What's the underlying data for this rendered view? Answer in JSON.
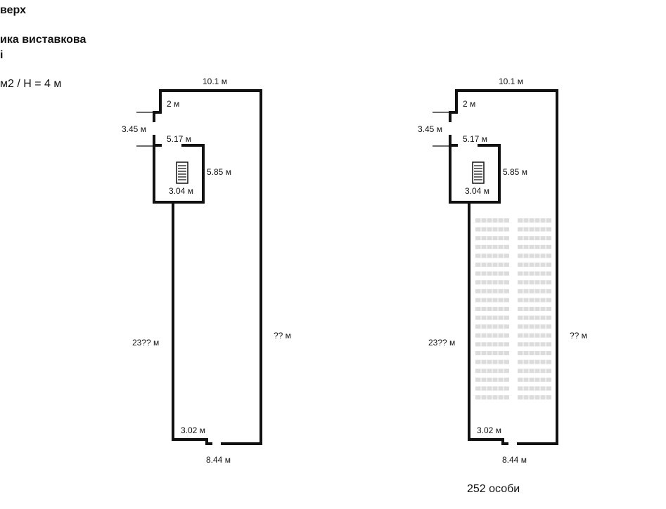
{
  "header": {
    "floor": "верх",
    "hall_name": "ика виставкова",
    "hall_suffix": "і",
    "area_height": "м2 / H = 4 м"
  },
  "plans": [
    {
      "id": "empty",
      "dims": {
        "top": "10.1 м",
        "notch_top": "2 м",
        "notch_side": "3.45 м",
        "stair_top": "5.17 м",
        "stair_right": "5.85 м",
        "stair_bottom": "3.04 м",
        "left_long": "23?? м",
        "right_long": "?? м",
        "bottom_small": "3.02 м",
        "bottom": "8.44 м"
      },
      "seating": null
    },
    {
      "id": "with-seating",
      "dims": {
        "top": "10.1 м",
        "notch_top": "2 м",
        "notch_side": "3.45 м",
        "stair_top": "5.17 м",
        "stair_right": "5.85 м",
        "stair_bottom": "3.04 м",
        "left_long": "23?? м",
        "right_long": "?? м",
        "bottom_small": "3.02 м",
        "bottom": "8.44 м"
      },
      "seating": {
        "blocks": 2,
        "rows_per_block": 21,
        "capacity_label": "252 особи"
      }
    }
  ],
  "colors": {
    "wall": "#111111",
    "seat": "#dcdcdc",
    "background": "#ffffff"
  }
}
